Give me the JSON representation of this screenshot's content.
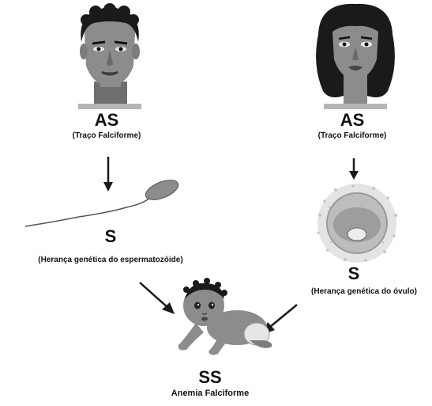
{
  "father": {
    "genotype": "AS",
    "caption": "(Traço Falciforme)"
  },
  "mother": {
    "genotype": "AS",
    "caption": "(Traço Falciforme)"
  },
  "sperm": {
    "allele": "S",
    "caption": "(Herança genética do espermatozóide)"
  },
  "egg": {
    "allele": "S",
    "caption": "(Herança genética do óvulo)"
  },
  "child": {
    "genotype": "SS",
    "caption": "Anemia Falciforme"
  },
  "colors": {
    "skin": "#8c8c8c",
    "hair": "#1a1a1a",
    "shirt": "#7a7a7a",
    "stand": "#b5b5b5",
    "arrow": "#1a1a1a"
  }
}
